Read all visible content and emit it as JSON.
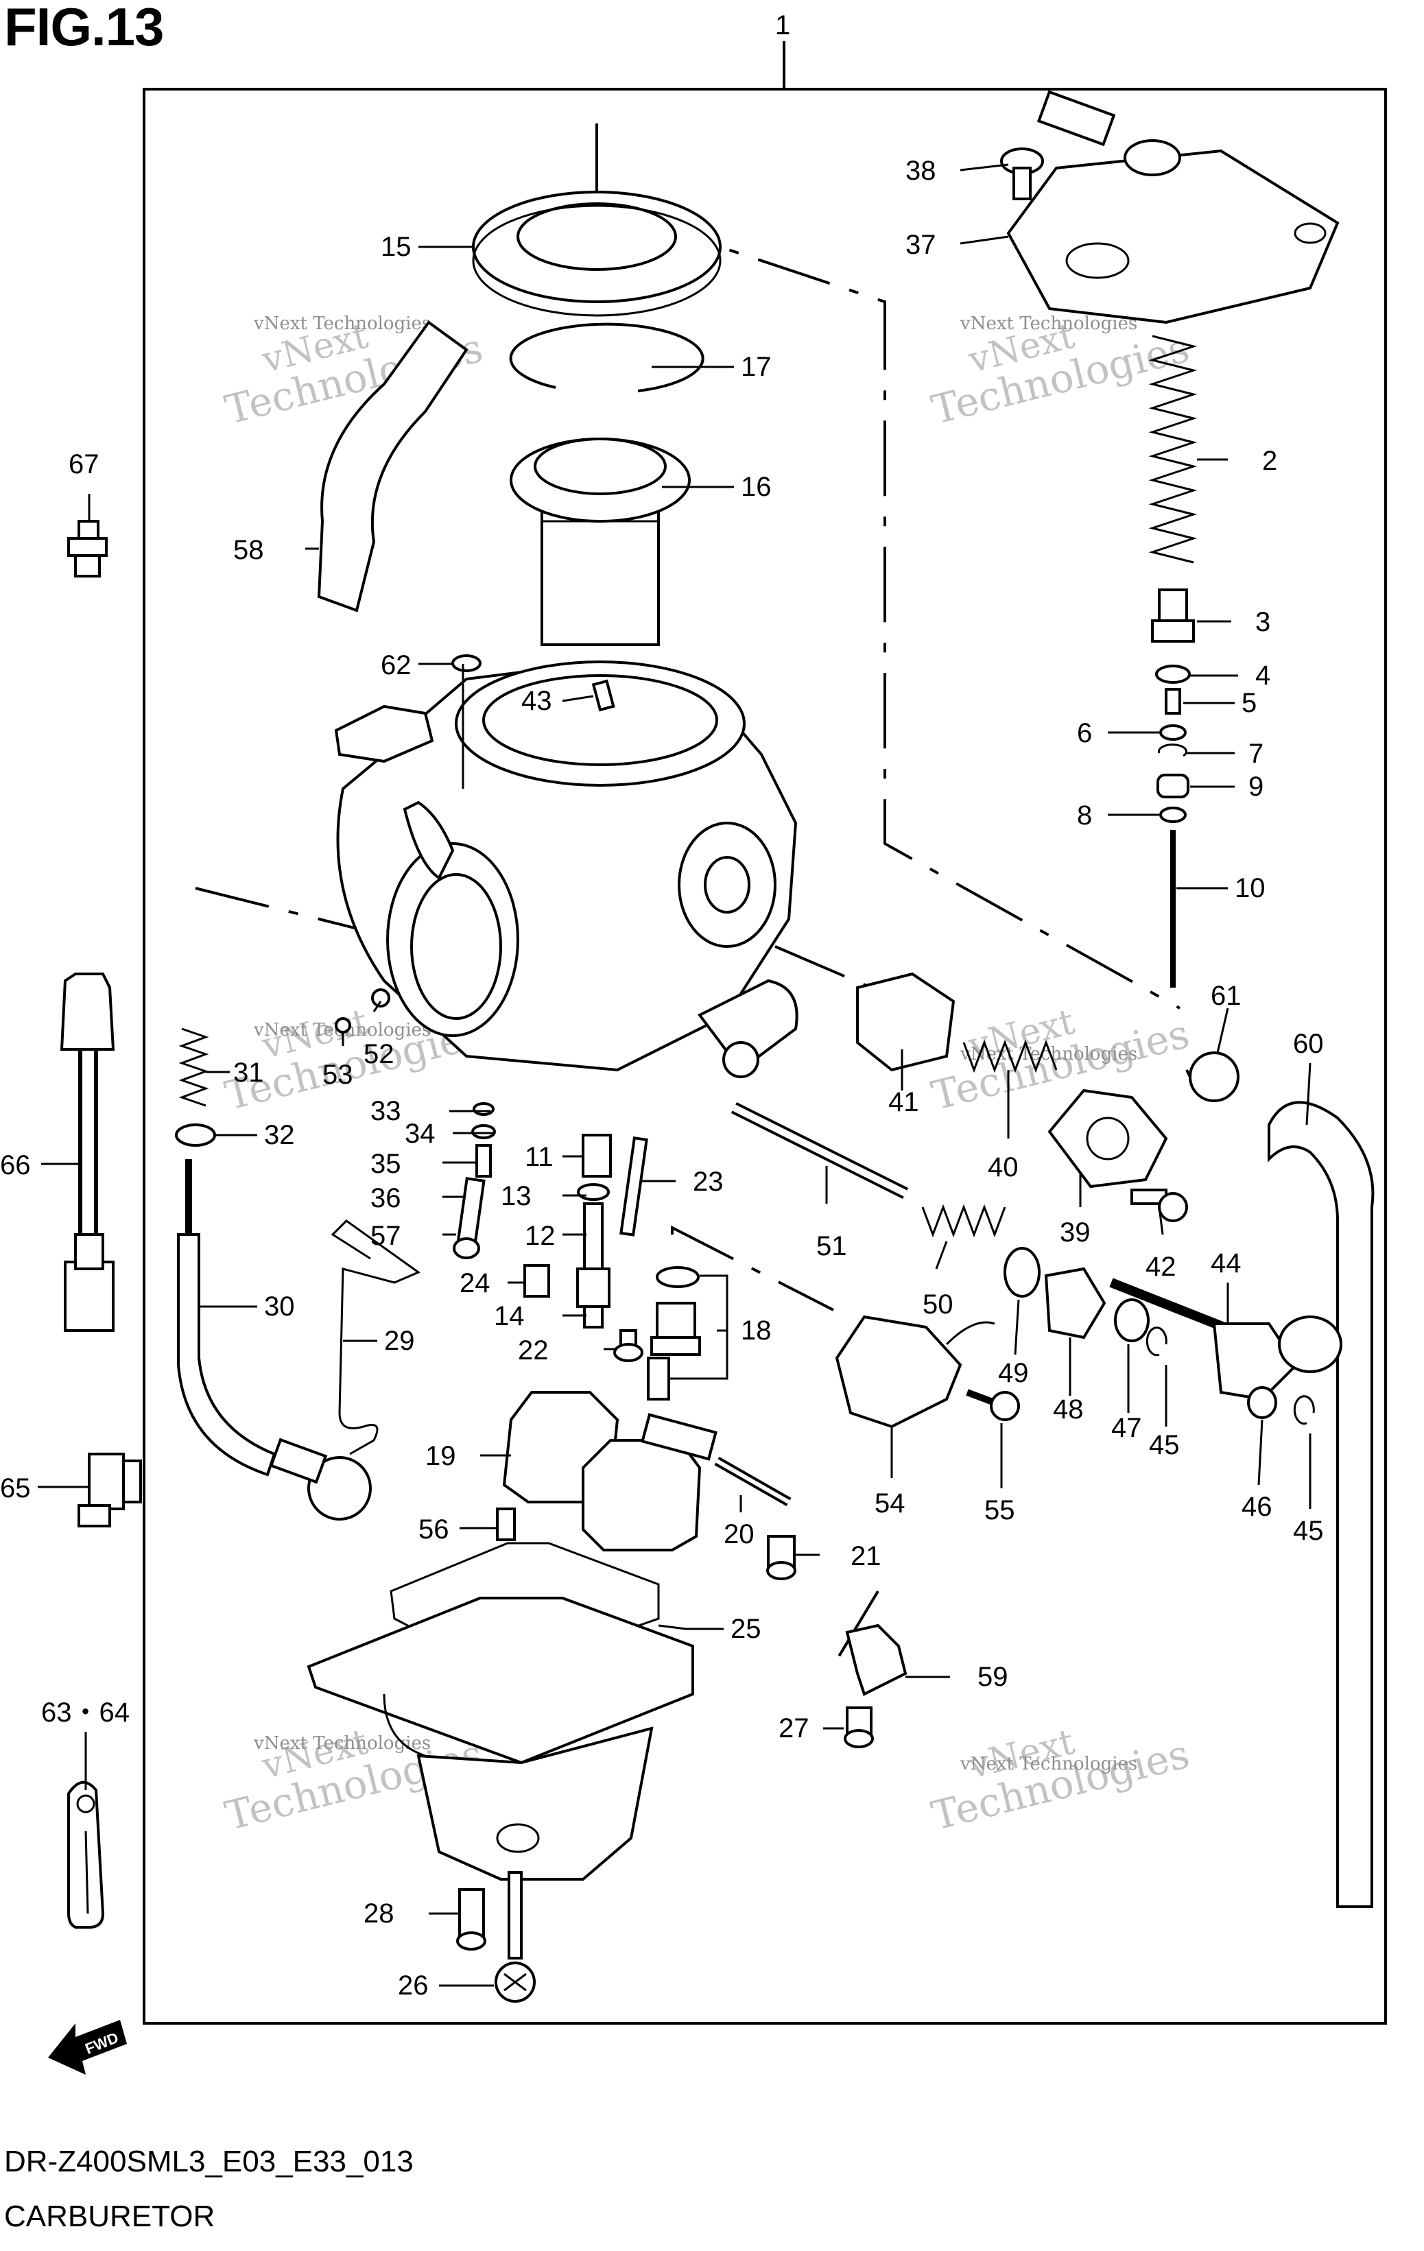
{
  "figure": {
    "title": "FIG.13",
    "code": "DR-Z400SML3_E03_E33_013",
    "name": "CARBURETOR"
  },
  "watermark": {
    "line1": "vNext",
    "line2": "Technologies",
    "caption": "vNext Technologies"
  },
  "fwd_label": "FWD",
  "callouts": [
    {
      "label": "1"
    },
    {
      "label": "2"
    },
    {
      "label": "3"
    },
    {
      "label": "4"
    },
    {
      "label": "5"
    },
    {
      "label": "6"
    },
    {
      "label": "7"
    },
    {
      "label": "8"
    },
    {
      "label": "9"
    },
    {
      "label": "10"
    },
    {
      "label": "11"
    },
    {
      "label": "12"
    },
    {
      "label": "13"
    },
    {
      "label": "14"
    },
    {
      "label": "15"
    },
    {
      "label": "16"
    },
    {
      "label": "17"
    },
    {
      "label": "18"
    },
    {
      "label": "19"
    },
    {
      "label": "20"
    },
    {
      "label": "21"
    },
    {
      "label": "22"
    },
    {
      "label": "23"
    },
    {
      "label": "24"
    },
    {
      "label": "25"
    },
    {
      "label": "26"
    },
    {
      "label": "27"
    },
    {
      "label": "28"
    },
    {
      "label": "29"
    },
    {
      "label": "30"
    },
    {
      "label": "31"
    },
    {
      "label": "32"
    },
    {
      "label": "33"
    },
    {
      "label": "34"
    },
    {
      "label": "35"
    },
    {
      "label": "36"
    },
    {
      "label": "37"
    },
    {
      "label": "38"
    },
    {
      "label": "39"
    },
    {
      "label": "40"
    },
    {
      "label": "41"
    },
    {
      "label": "42"
    },
    {
      "label": "43"
    },
    {
      "label": "44"
    },
    {
      "label": "45"
    },
    {
      "label": "45"
    },
    {
      "label": "46"
    },
    {
      "label": "47"
    },
    {
      "label": "48"
    },
    {
      "label": "49"
    },
    {
      "label": "50"
    },
    {
      "label": "51"
    },
    {
      "label": "52"
    },
    {
      "label": "53"
    },
    {
      "label": "54"
    },
    {
      "label": "55"
    },
    {
      "label": "56"
    },
    {
      "label": "57"
    },
    {
      "label": "58"
    },
    {
      "label": "59"
    },
    {
      "label": "60"
    },
    {
      "label": "61"
    },
    {
      "label": "62"
    },
    {
      "label": "63・64"
    },
    {
      "label": "65"
    },
    {
      "label": "66"
    },
    {
      "label": "67"
    }
  ]
}
